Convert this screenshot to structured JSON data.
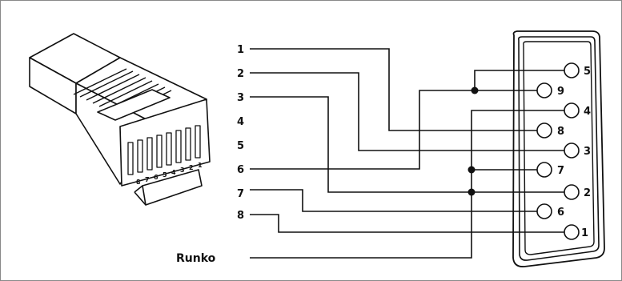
{
  "rj45": {
    "pin_labels": [
      "8",
      "7",
      "6",
      "5",
      "4",
      "3",
      "2",
      "1"
    ]
  },
  "left_labels": [
    "1",
    "2",
    "3",
    "4",
    "5",
    "6",
    "7",
    "8"
  ],
  "runko_label": "Runko",
  "db9_pins": [
    "5",
    "9",
    "4",
    "8",
    "3",
    "7",
    "2",
    "6",
    "1"
  ]
}
